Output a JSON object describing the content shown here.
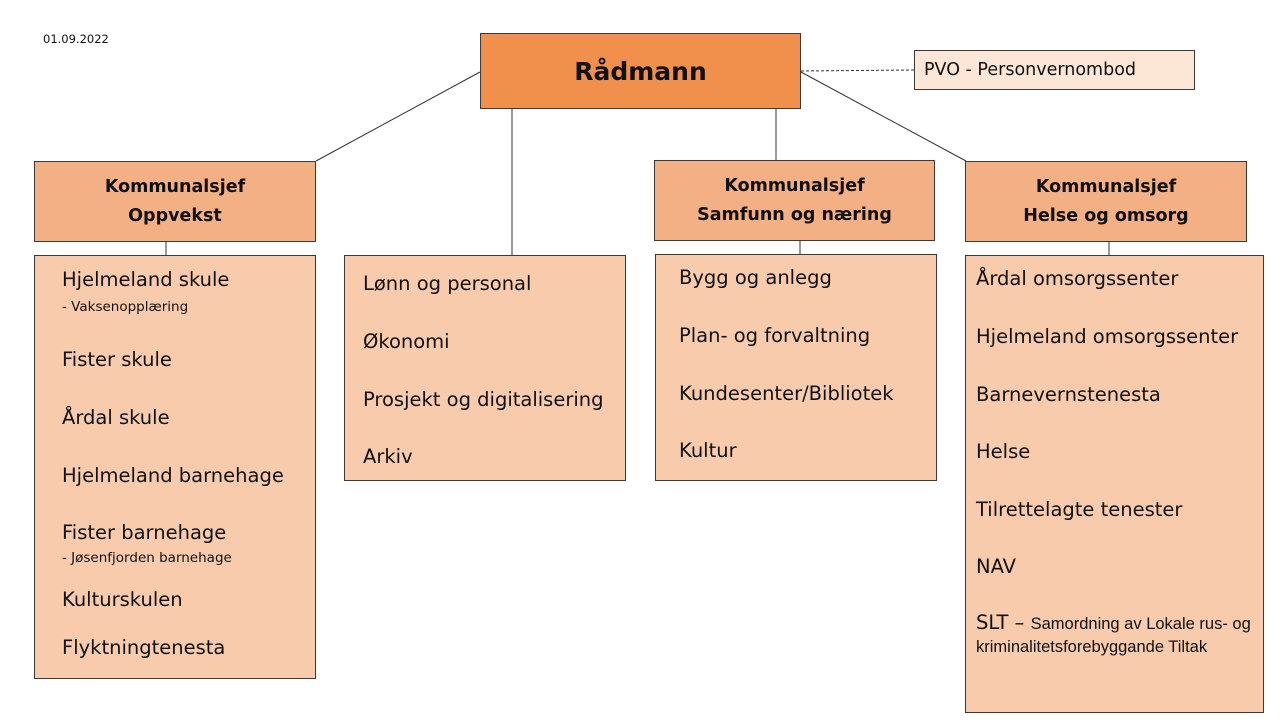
{
  "date": "01.09.2022",
  "top": {
    "label": "Rådmann"
  },
  "pvo": {
    "label": "PVO - Personvernombod"
  },
  "oppvekst": {
    "title1": "Kommunalsjef",
    "title2": "Oppvekst",
    "items": [
      "Hjelmeland skule",
      "- Vaksenopplæring",
      "Fister skule",
      "Årdal skule",
      "Hjelmeland barnehage",
      "Fister barnehage",
      "-   Jøsenfjorden barnehage",
      "Kulturskulen",
      "Flyktningtenesta"
    ]
  },
  "staff": {
    "items": [
      "Lønn og personal",
      "Økonomi",
      "Prosjekt og digitalisering",
      "Arkiv"
    ]
  },
  "samfunn": {
    "title1": "Kommunalsjef",
    "title2": "Samfunn og næring",
    "items": [
      "Bygg og anlegg",
      "Plan- og forvaltning",
      "Kundesenter/Bibliotek",
      "Kultur"
    ]
  },
  "helse": {
    "title1": "Kommunalsjef",
    "title2": "Helse og omsorg",
    "items": [
      "Årdal omsorgssenter",
      "Hjelmeland omsorgssenter",
      "Barnevernstenesta",
      "Helse",
      "Tilrettelagte tenester",
      "NAV"
    ],
    "slt_prefix": "SLT – ",
    "slt_text": "Samordning av Lokale rus- og kriminalitetsforebyggande Tiltak"
  }
}
